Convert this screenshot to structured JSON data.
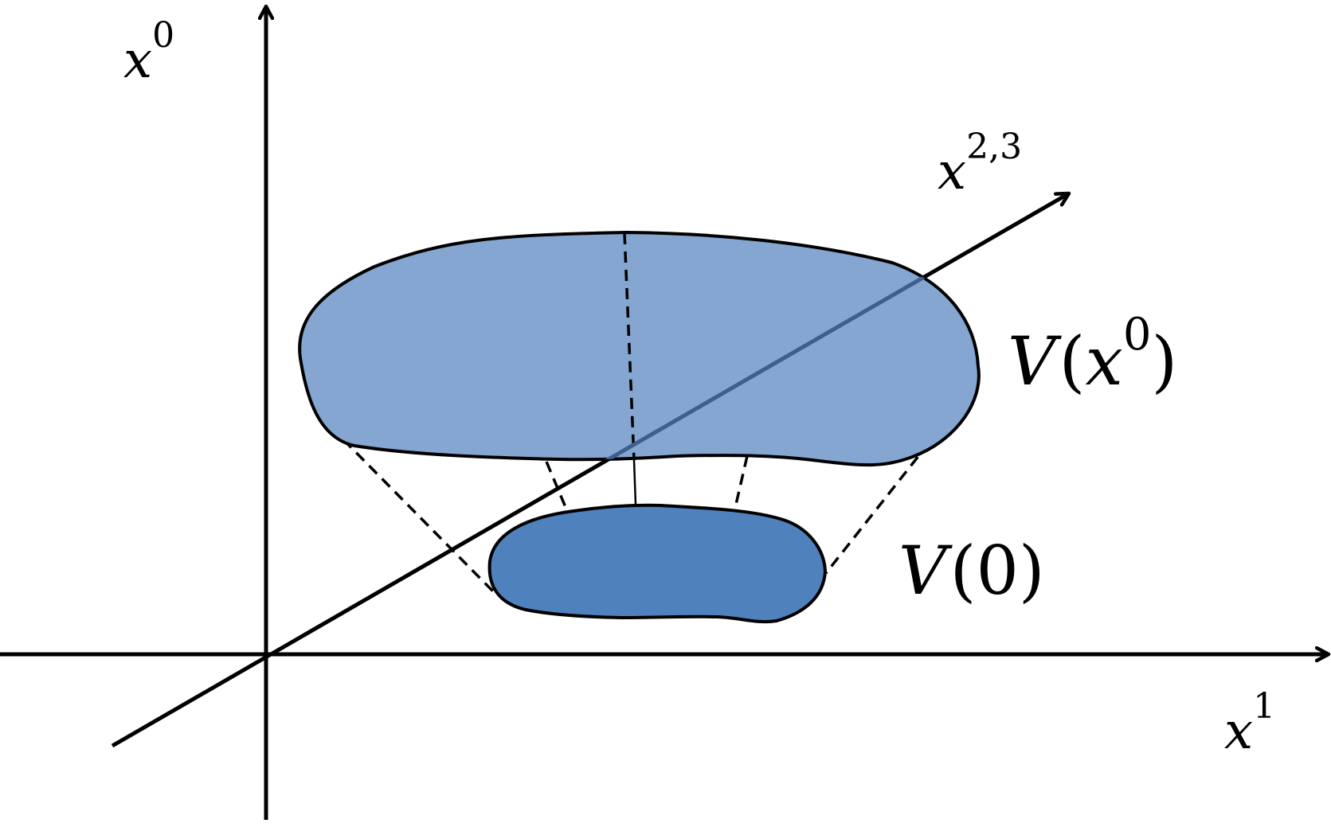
{
  "labels": {
    "x0": {
      "base": "x",
      "sup": "0"
    },
    "x1": {
      "base": "x",
      "sup": "1"
    },
    "x23": {
      "base": "x",
      "sup": "2,3"
    },
    "v_x0": {
      "v": "V",
      "open": "(",
      "base": "x",
      "sup": "0",
      "close": ")"
    },
    "v_0": {
      "v": "V",
      "open": "(",
      "arg": "0",
      "close": ")"
    }
  },
  "colors": {
    "axis": "#000000",
    "upper_region_fill": "#84a6d0",
    "lower_region_fill": "#4f81bd",
    "outline": "#000000",
    "axis_overlay": "#3d5f8c"
  }
}
